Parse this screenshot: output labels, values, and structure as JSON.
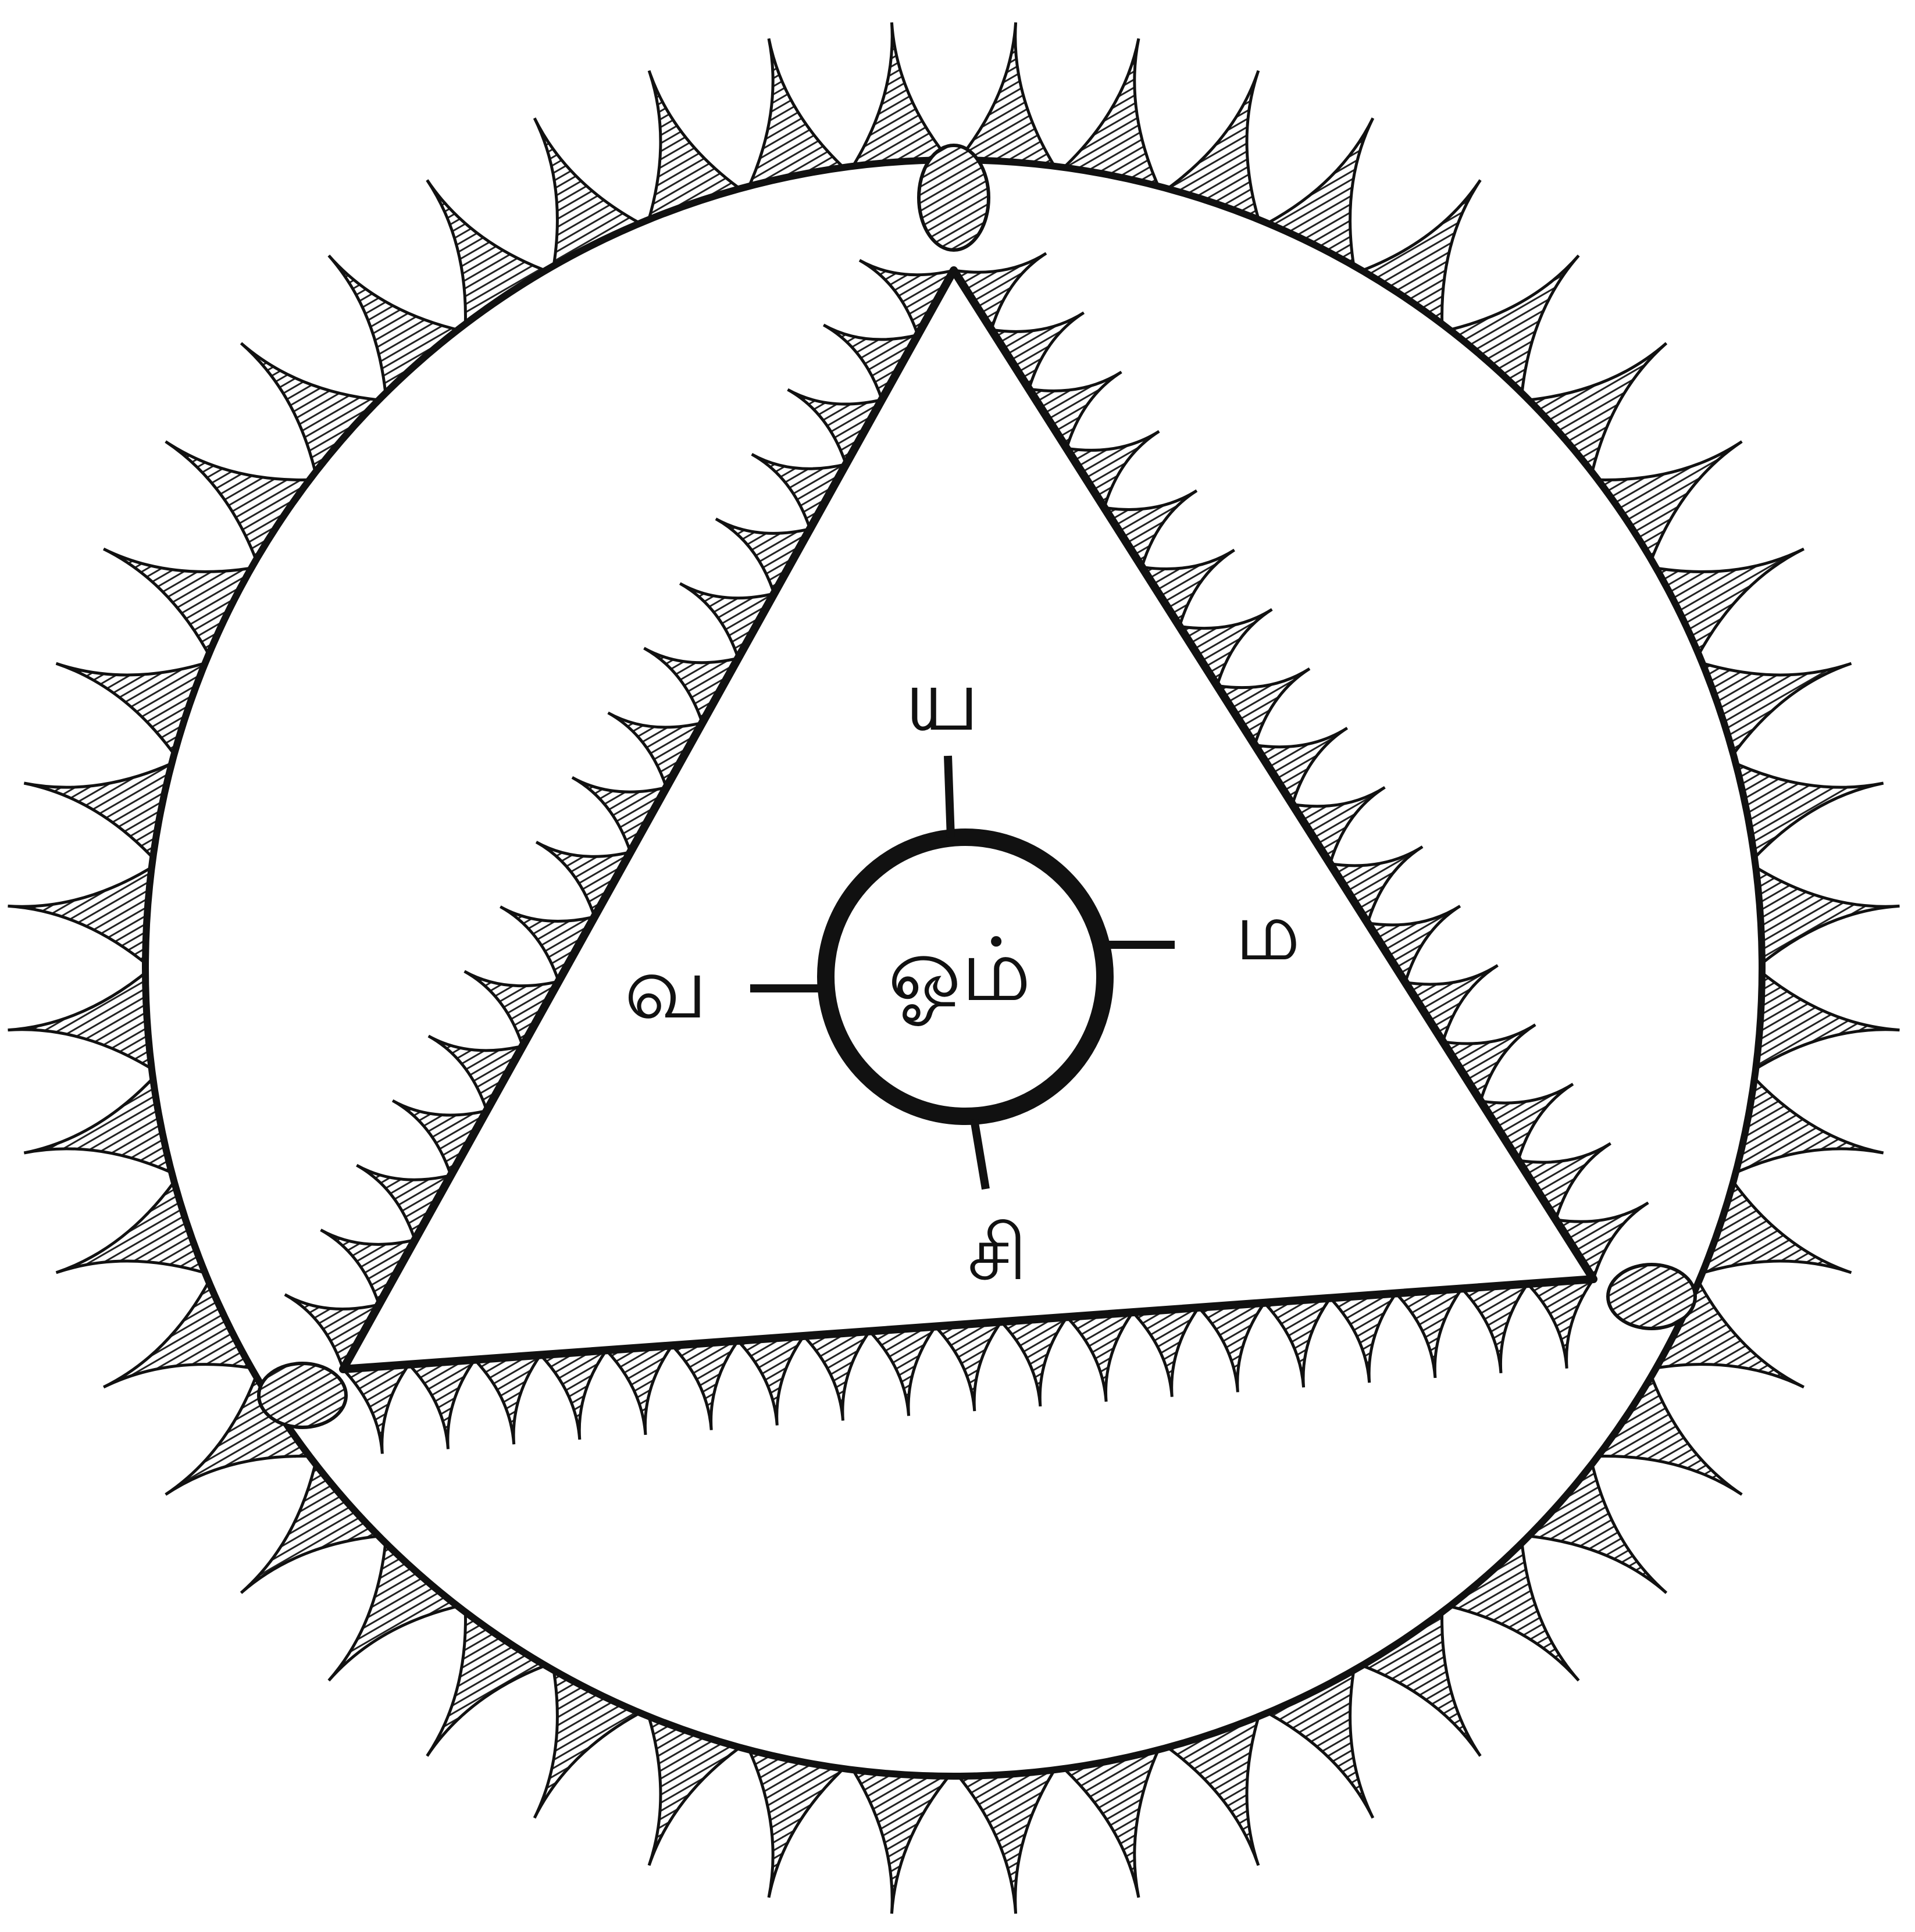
{
  "diagram": {
    "center_syllable": "ஓம்",
    "direction_labels": {
      "top": "ய",
      "left": "வ",
      "right": "ம",
      "bottom": "சி"
    }
  },
  "colors": {
    "ink": "#111111",
    "paper": "#ffffff"
  }
}
